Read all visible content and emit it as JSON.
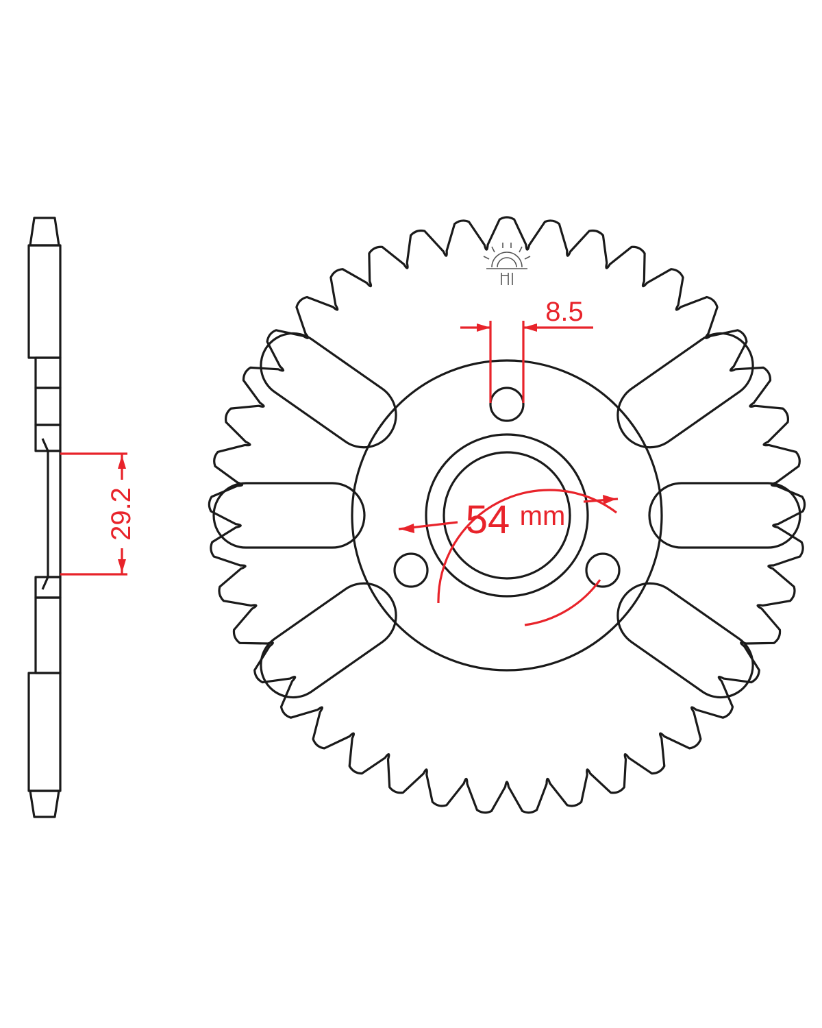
{
  "dimensions": {
    "hub_offset": "29.2",
    "bolt_hole_diameter": "8.5",
    "bolt_circle_value": "54",
    "bolt_circle_unit": "mm"
  },
  "colors": {
    "outline": "#1a1a1a",
    "dimension": "#e8232a",
    "background": "#ffffff"
  },
  "sprocket": {
    "teeth": 41,
    "bolt_holes": 3,
    "lightening_slots": 6
  }
}
